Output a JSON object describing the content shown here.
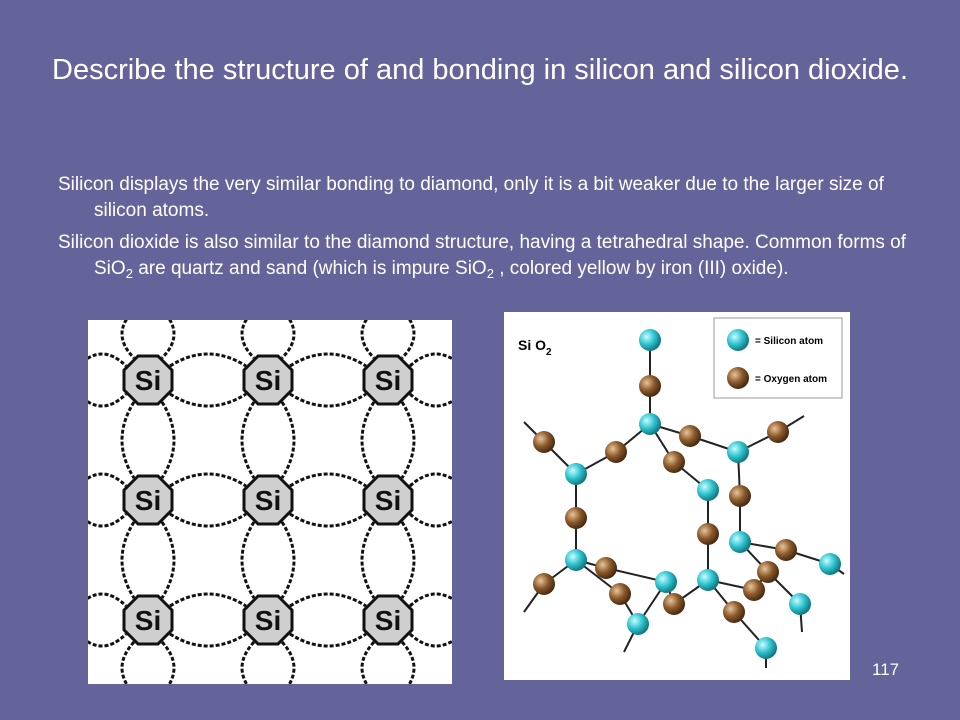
{
  "slide": {
    "title": "Describe the structure of and bonding in silicon and silicon dioxide.",
    "bullets": {
      "b1": "Silicon displays the very similar bonding to diamond, only it is a bit weaker due to the larger size of silicon atoms.",
      "b2_part1": "Silicon dioxide is also similar to the diamond structure, having a tetrahedral shape.  Common forms of SiO",
      "b2_sub1": "2",
      "b2_part2": " are quartz and sand (which is impure SiO",
      "b2_sub2": "2",
      "b2_part3": " , colored yellow by iron (III) oxide)."
    },
    "page_number": "117"
  },
  "lattice": {
    "atom_label": "Si"
  },
  "sio2_diagram": {
    "formula_main": "Si O",
    "formula_sub": "2",
    "legend": {
      "silicon": "= Silicon atom",
      "oxygen": "= Oxygen atom"
    },
    "colors": {
      "silicon": "#2ec4cf",
      "oxygen": "#8b5a2b"
    }
  }
}
